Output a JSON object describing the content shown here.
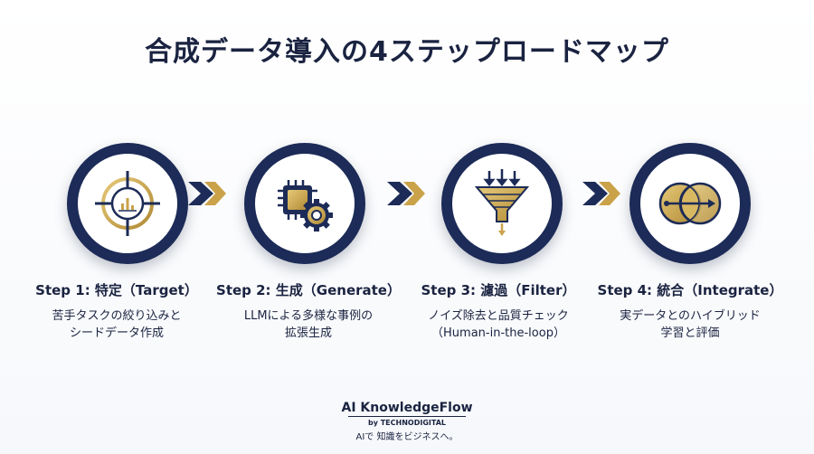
{
  "title": "合成データ導入の4ステップロードマップ",
  "colors": {
    "navy": "#1c2b57",
    "gold": "#c9a24a",
    "gold_light": "#e6c978"
  },
  "steps": [
    {
      "label": "Step 1: 特定（Target）",
      "desc": [
        "苦手タスクの絞り込みと",
        "シードデータ作成"
      ],
      "icon": "target-crosshair-icon"
    },
    {
      "label": "Step 2: 生成（Generate）",
      "desc": [
        "LLMによる多様な事例の",
        "拡張生成"
      ],
      "icon": "chip-gear-icon"
    },
    {
      "label": "Step 3: 濾過（Filter）",
      "desc": [
        "ノイズ除去と品質チェック",
        "（Human-in-the-loop）"
      ],
      "icon": "funnel-filter-icon"
    },
    {
      "label": "Step 4: 統合（Integrate）",
      "desc": [
        "実データとのハイブリッド",
        "学習と評価"
      ],
      "icon": "venn-merge-icon"
    }
  ],
  "brand": {
    "name": "AI KnowledgeFlow",
    "by": "by TECHNODIGITAL",
    "tagline": "AIで 知識をビジネスへ。"
  }
}
